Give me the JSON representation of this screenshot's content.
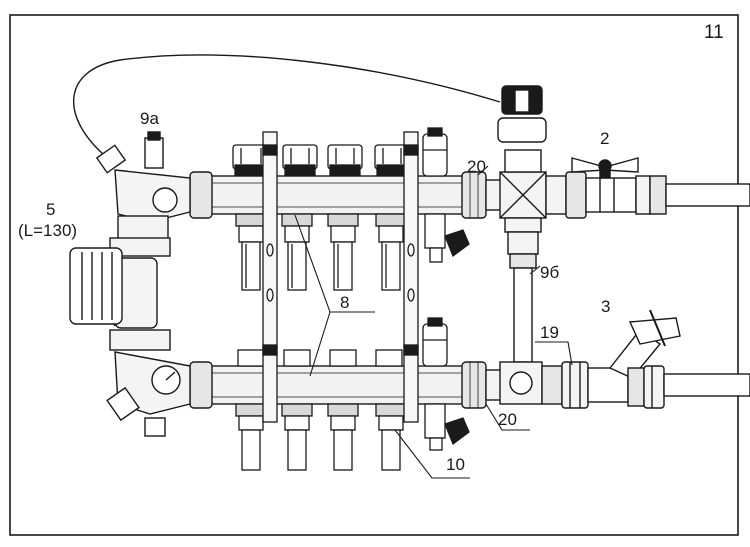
{
  "figure_number": "11",
  "labels": {
    "l2": "2",
    "l3": "3",
    "l5": "5",
    "l5_note": "(L=130)",
    "l8": "8",
    "l9a": "9a",
    "l9b": "9б",
    "l10": "10",
    "l19": "19",
    "l20_top": "20",
    "l20_bottom": "20"
  },
  "colors": {
    "line": "#1a1a1a",
    "metal_light": "#f2f2f2",
    "metal_mid": "#c8c8c8",
    "metal_dark": "#555555",
    "handle": "#1a1a1a"
  }
}
